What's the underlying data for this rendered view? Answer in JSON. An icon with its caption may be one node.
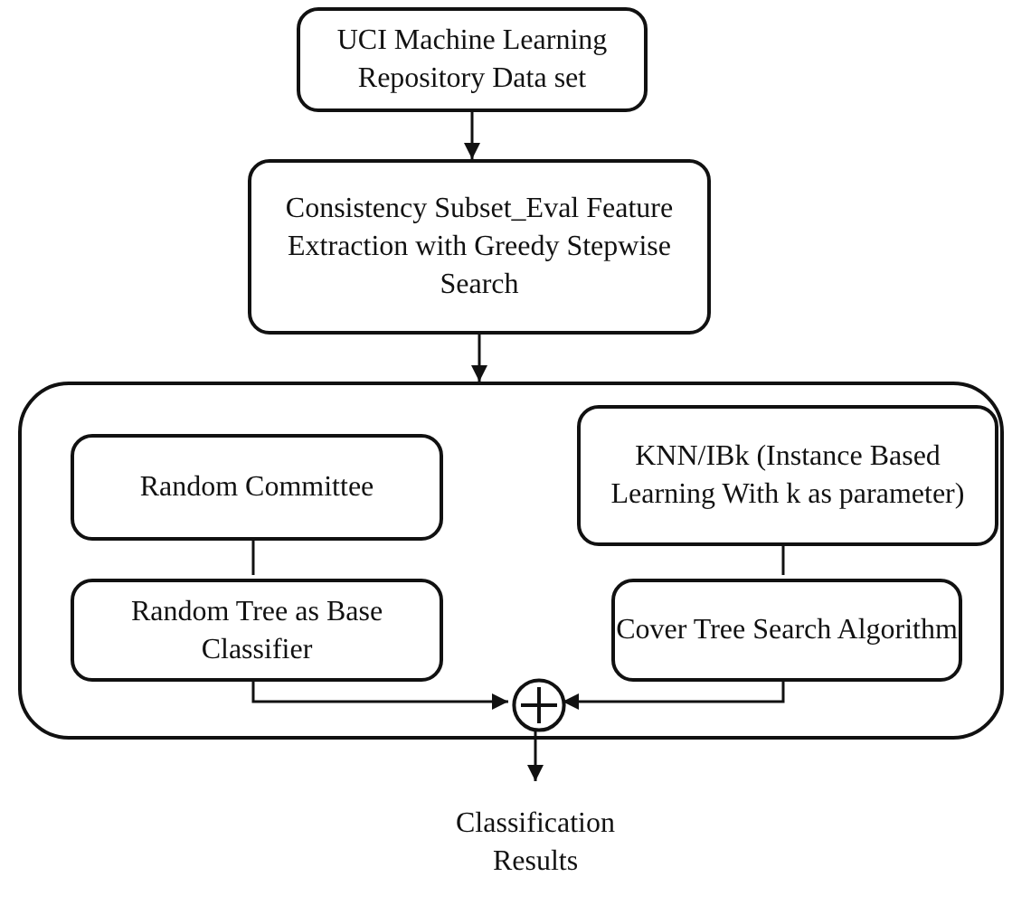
{
  "diagram": {
    "nodes": [
      {
        "text": [
          "UCI Machine Learning Repository Data set"
        ]
      },
      {
        "text": [
          "Consistency Subset_Eval Feature Extraction with Greedy Stepwise Search"
        ]
      },
      {
        "text": [],
        "shape": "box"
      },
      {
        "text": [
          "Random Committee"
        ],
        "in": 2
      },
      {
        "text": [
          "Random Tree as Base Classifier"
        ],
        "in": 2
      },
      {
        "text": [
          "KNN/IBk (Instance Based Learning With k as parameter)"
        ],
        "in": 2
      },
      {
        "text": [
          "Cover Tree Search Algorithm"
        ],
        "in": 2
      },
      {
        "text": [],
        "shape": "circle",
        "in": 2
      },
      {
        "text": [
          "Classification Results"
        ]
      }
    ],
    "edges": [
      {
        "from": 0,
        "to": 1,
        "arrow": "to"
      },
      {
        "from": 1,
        "to": 2,
        "arrow": "to"
      },
      {
        "from": 3,
        "to": 4,
        "arrow": "none"
      },
      {
        "from": 5,
        "to": 6,
        "arrow": "none"
      },
      {
        "from": 4,
        "to": 7,
        "arrow": "to"
      },
      {
        "from": 6,
        "to": 7,
        "arrow": "to"
      },
      {
        "from": 7,
        "to": 8,
        "arrow": "to"
      }
    ]
  }
}
